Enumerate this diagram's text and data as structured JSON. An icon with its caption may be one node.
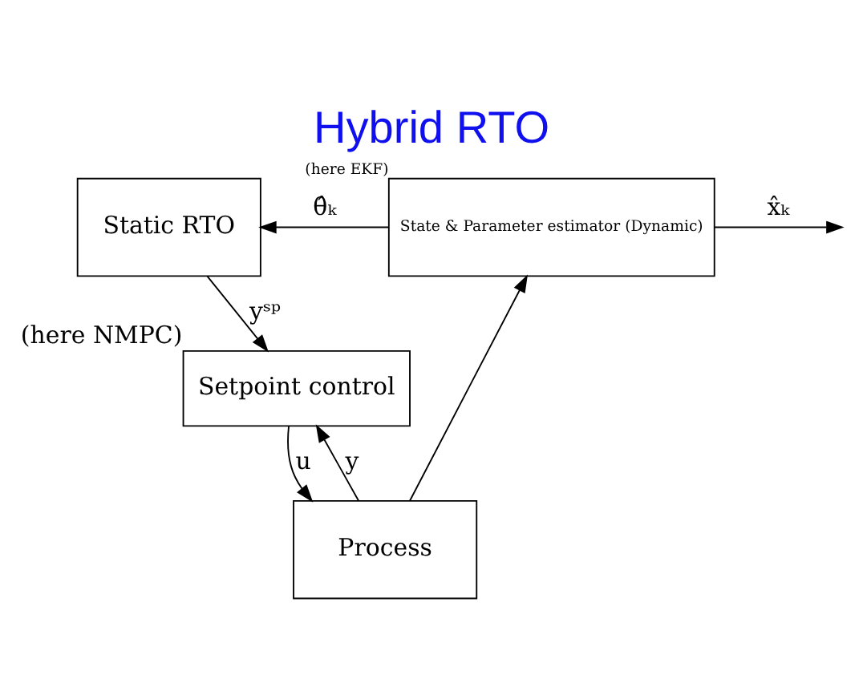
{
  "diagram": {
    "title": "Hybrid RTO",
    "nodes": [
      {
        "text": [
          "Static RTO"
        ]
      },
      {
        "text": [
          "Setpoint control"
        ],
        "beside": [
          "(here NMPC)"
        ]
      },
      {
        "text": [
          "Process"
        ]
      },
      {
        "text": [
          "State & Parameter estimator (Dynamic)"
        ],
        "beside": [
          "(here EKF)"
        ]
      }
    ],
    "edges": [
      {
        "from": 0,
        "to": 1,
        "arrow": "to",
        "label": "yˢᵖ"
      },
      {
        "from": 1,
        "to": 2,
        "arrow": "to",
        "label": "u"
      },
      {
        "from": 2,
        "to": 1,
        "arrow": "to",
        "label": "y"
      },
      {
        "from": 2,
        "to": 3,
        "arrow": "to"
      },
      {
        "from": 3,
        "to": 0,
        "arrow": "to",
        "label": "θ̂ₖ"
      },
      {
        "from": 3,
        "to": null,
        "arrow": "to",
        "label": "x̂ₖ"
      }
    ]
  }
}
